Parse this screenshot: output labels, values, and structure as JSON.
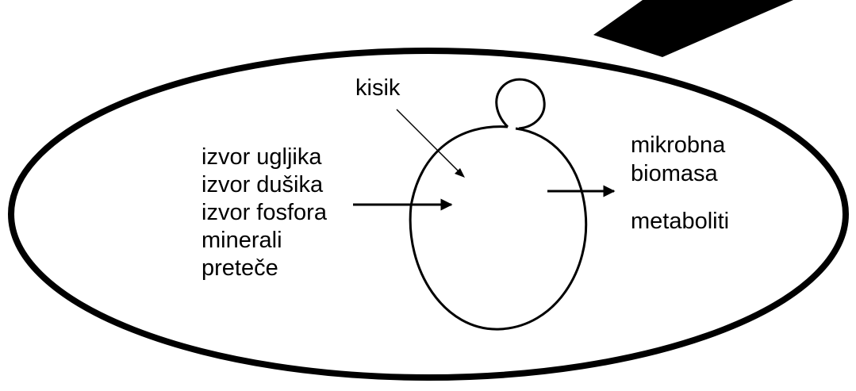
{
  "colors": {
    "stroke": "#000000",
    "background": "#ffffff"
  },
  "labels": {
    "oxygen": "kisik",
    "inputs": [
      "izvor ugljika",
      "izvor dušika",
      "izvor fosfora",
      "minerali",
      "preteče"
    ],
    "biomass": [
      "mikrobna",
      "biomasa"
    ],
    "metabolites": "metaboliti"
  }
}
